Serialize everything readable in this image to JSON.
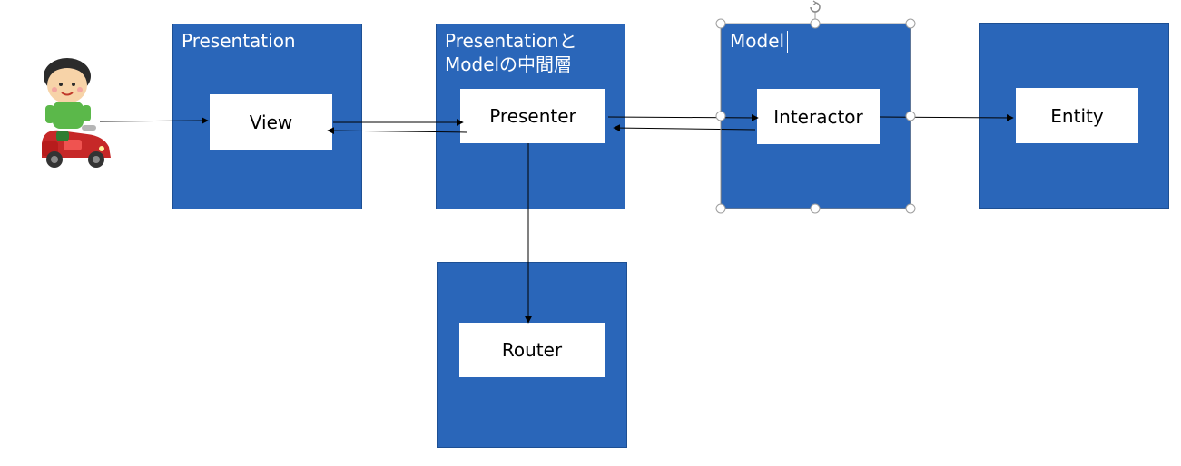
{
  "layers": {
    "presentation": {
      "title": "Presentation"
    },
    "mid": {
      "title": "Presentationと\nModelの中間層"
    },
    "model": {
      "title": "Model"
    }
  },
  "components": {
    "view": "View",
    "presenter": "Presenter",
    "interactor": "Interactor",
    "entity": "Entity",
    "router": "Router"
  },
  "colors": {
    "layer_fill": "#2a66b9",
    "component_fill": "#ffffff",
    "arrow": "#000000",
    "selection_handle": "#9e9e9e"
  },
  "icons": {
    "user": "child-in-red-toy-car-icon",
    "rotate": "rotate-handle-icon"
  }
}
